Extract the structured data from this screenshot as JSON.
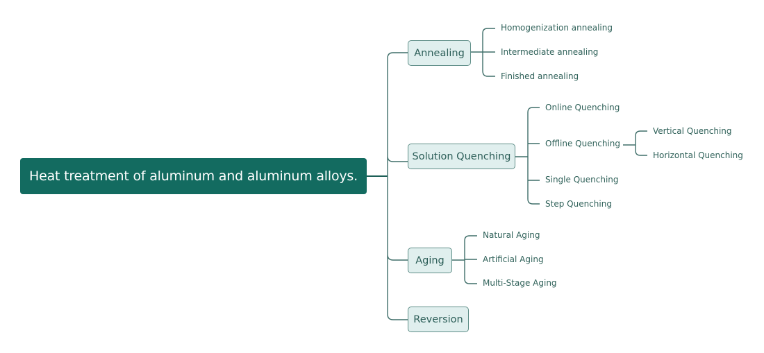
{
  "root": {
    "label": "Heat treatment of aluminum and aluminum alloys."
  },
  "topics": [
    {
      "label": "Annealing",
      "children": [
        {
          "label": "Homogenization annealing"
        },
        {
          "label": "Intermediate annealing"
        },
        {
          "label": "Finished annealing"
        }
      ]
    },
    {
      "label": "Solution Quenching",
      "children": [
        {
          "label": "Online Quenching"
        },
        {
          "label": "Offline Quenching",
          "children": [
            {
              "label": "Vertical Quenching"
            },
            {
              "label": "Horizontal Quenching"
            }
          ]
        },
        {
          "label": "Single Quenching"
        },
        {
          "label": "Step Quenching"
        }
      ]
    },
    {
      "label": "Aging",
      "children": [
        {
          "label": "Natural Aging"
        },
        {
          "label": "Artificial Aging"
        },
        {
          "label": "Multi-Stage Aging"
        }
      ]
    },
    {
      "label": "Reversion",
      "children": []
    }
  ],
  "colors": {
    "root_fill": "#136b60",
    "topic_fill": "#e0efee",
    "topic_border": "#5e8d87",
    "line": "#3f6e69",
    "text": "#2f6159"
  }
}
